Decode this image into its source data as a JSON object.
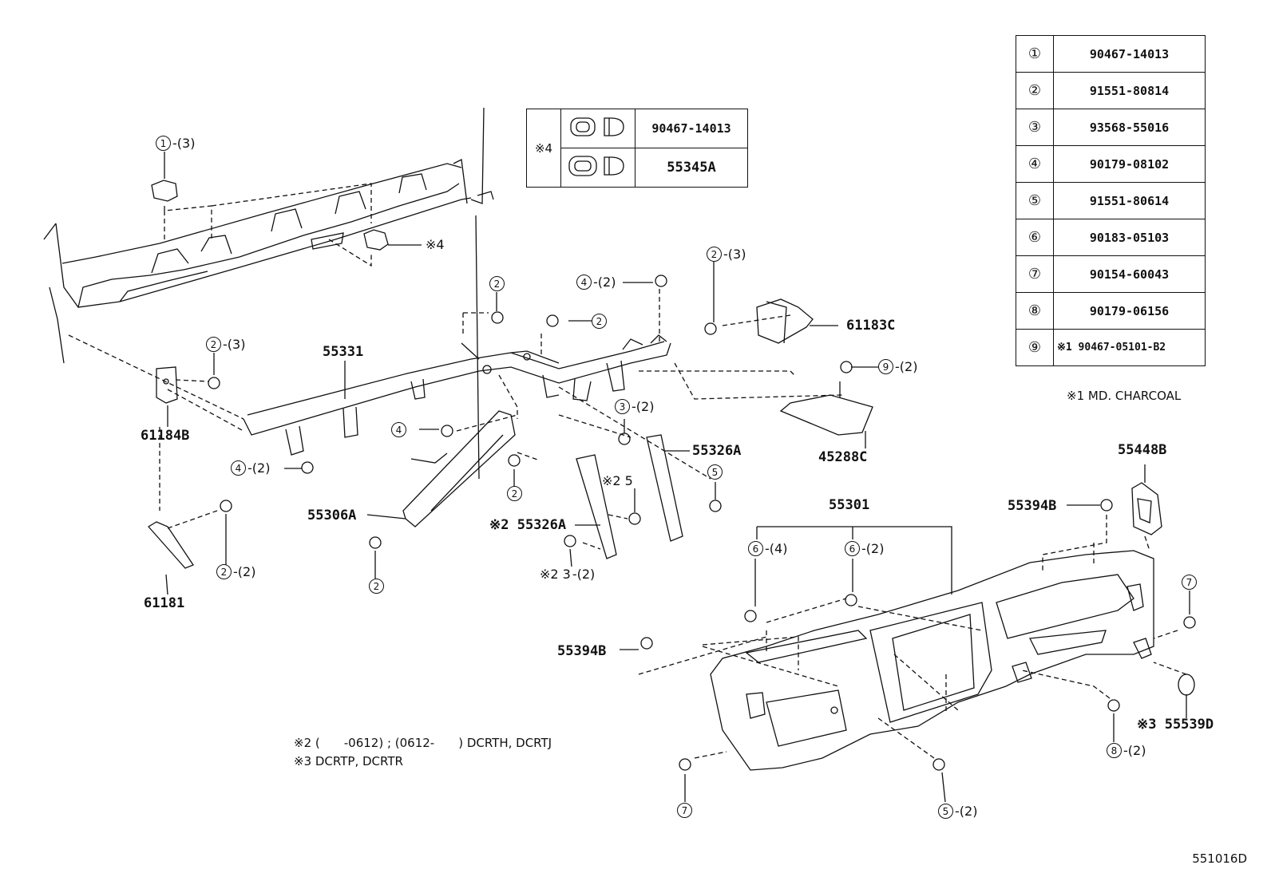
{
  "ref_table": {
    "rows": [
      {
        "key": "①",
        "part": "90467-14013"
      },
      {
        "key": "②",
        "part": "91551-80814"
      },
      {
        "key": "③",
        "part": "93568-55016"
      },
      {
        "key": "④",
        "part": "90179-08102"
      },
      {
        "key": "⑤",
        "part": "91551-80614"
      },
      {
        "key": "⑥",
        "part": "90183-05103"
      },
      {
        "key": "⑦",
        "part": "90154-60043"
      },
      {
        "key": "⑧",
        "part": "90179-06156"
      },
      {
        "key": "⑨",
        "part": "※1 90467-05101-B2"
      }
    ],
    "footnote": "※1 MD. CHARCOAL"
  },
  "clip_table": {
    "tag": "※4",
    "rows": [
      {
        "part": "90467-14013"
      },
      {
        "part": "55345A"
      }
    ]
  },
  "part_labels": {
    "p55331": "55331",
    "p61184B": "61184B",
    "p61181": "61181",
    "p55306A": "55306A",
    "p55326A_a": "55326A",
    "p55326A_b": "※2 55326A",
    "p61183C": "61183C",
    "p45288C": "45288C",
    "p55301": "55301",
    "p55394B_a": "55394B",
    "p55394B_b": "55394B",
    "p55448B": "55448B",
    "p55539D": "※3 55539D",
    "tag4": "※4"
  },
  "callouts": {
    "c1": {
      "num": "1",
      "qty": "-(3)"
    },
    "c2a": {
      "num": "2",
      "qty": "-(3)"
    },
    "c2b": {
      "num": "2",
      "qty": ""
    },
    "c2c": {
      "num": "2",
      "qty": ""
    },
    "c2d": {
      "num": "2",
      "qty": "-(3)"
    },
    "c2e": {
      "num": "2",
      "qty": ""
    },
    "c2f": {
      "num": "2",
      "qty": ""
    },
    "c2g": {
      "num": "2",
      "qty": "-(2)"
    },
    "c3a": {
      "num": "3",
      "qty": "-(2)"
    },
    "c3b": {
      "num": "※2 3",
      "qty": "-(2)"
    },
    "c4a": {
      "num": "4",
      "qty": "-(2)"
    },
    "c4b": {
      "num": "4",
      "qty": ""
    },
    "c4c": {
      "num": "4",
      "qty": "-(2)"
    },
    "c5a": {
      "num": "※2 5",
      "qty": ""
    },
    "c5b": {
      "num": "5",
      "qty": ""
    },
    "c5c": {
      "num": "5",
      "qty": "-(2)"
    },
    "c6a": {
      "num": "6",
      "qty": "-(4)"
    },
    "c6b": {
      "num": "6",
      "qty": "-(2)"
    },
    "c7a": {
      "num": "7",
      "qty": ""
    },
    "c7b": {
      "num": "7",
      "qty": ""
    },
    "c8": {
      "num": "8",
      "qty": "-(2)"
    },
    "c9": {
      "num": "9",
      "qty": "-(2)"
    }
  },
  "notes": {
    "n2": "※2 (　　-0612) ; (0612-　　) DCRTH, DCRTJ",
    "n3": "※3 DCRTP, DCRTR"
  },
  "figure_id": "551016D"
}
